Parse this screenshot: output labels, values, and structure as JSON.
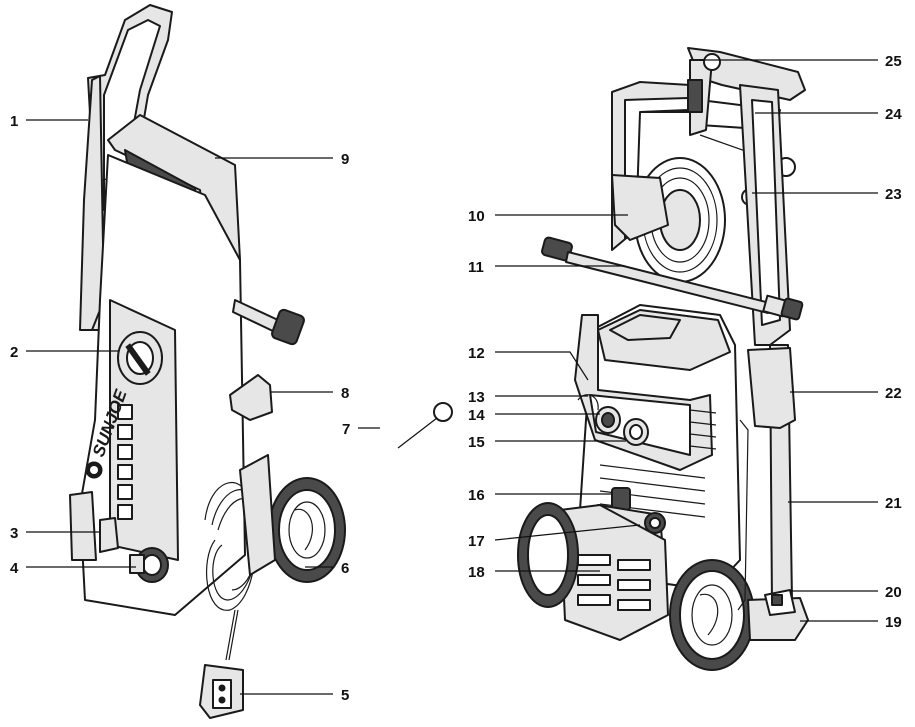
{
  "brand_logo_text": "SUNJOE",
  "callouts": [
    {
      "n": "1"
    },
    {
      "n": "2"
    },
    {
      "n": "3"
    },
    {
      "n": "4"
    },
    {
      "n": "5"
    },
    {
      "n": "6"
    },
    {
      "n": "7"
    },
    {
      "n": "8"
    },
    {
      "n": "9"
    },
    {
      "n": "10"
    },
    {
      "n": "11"
    },
    {
      "n": "12"
    },
    {
      "n": "13"
    },
    {
      "n": "14"
    },
    {
      "n": "15"
    },
    {
      "n": "16"
    },
    {
      "n": "17"
    },
    {
      "n": "18"
    },
    {
      "n": "19"
    },
    {
      "n": "20"
    },
    {
      "n": "21"
    },
    {
      "n": "22"
    },
    {
      "n": "23"
    },
    {
      "n": "24"
    },
    {
      "n": "25"
    }
  ]
}
